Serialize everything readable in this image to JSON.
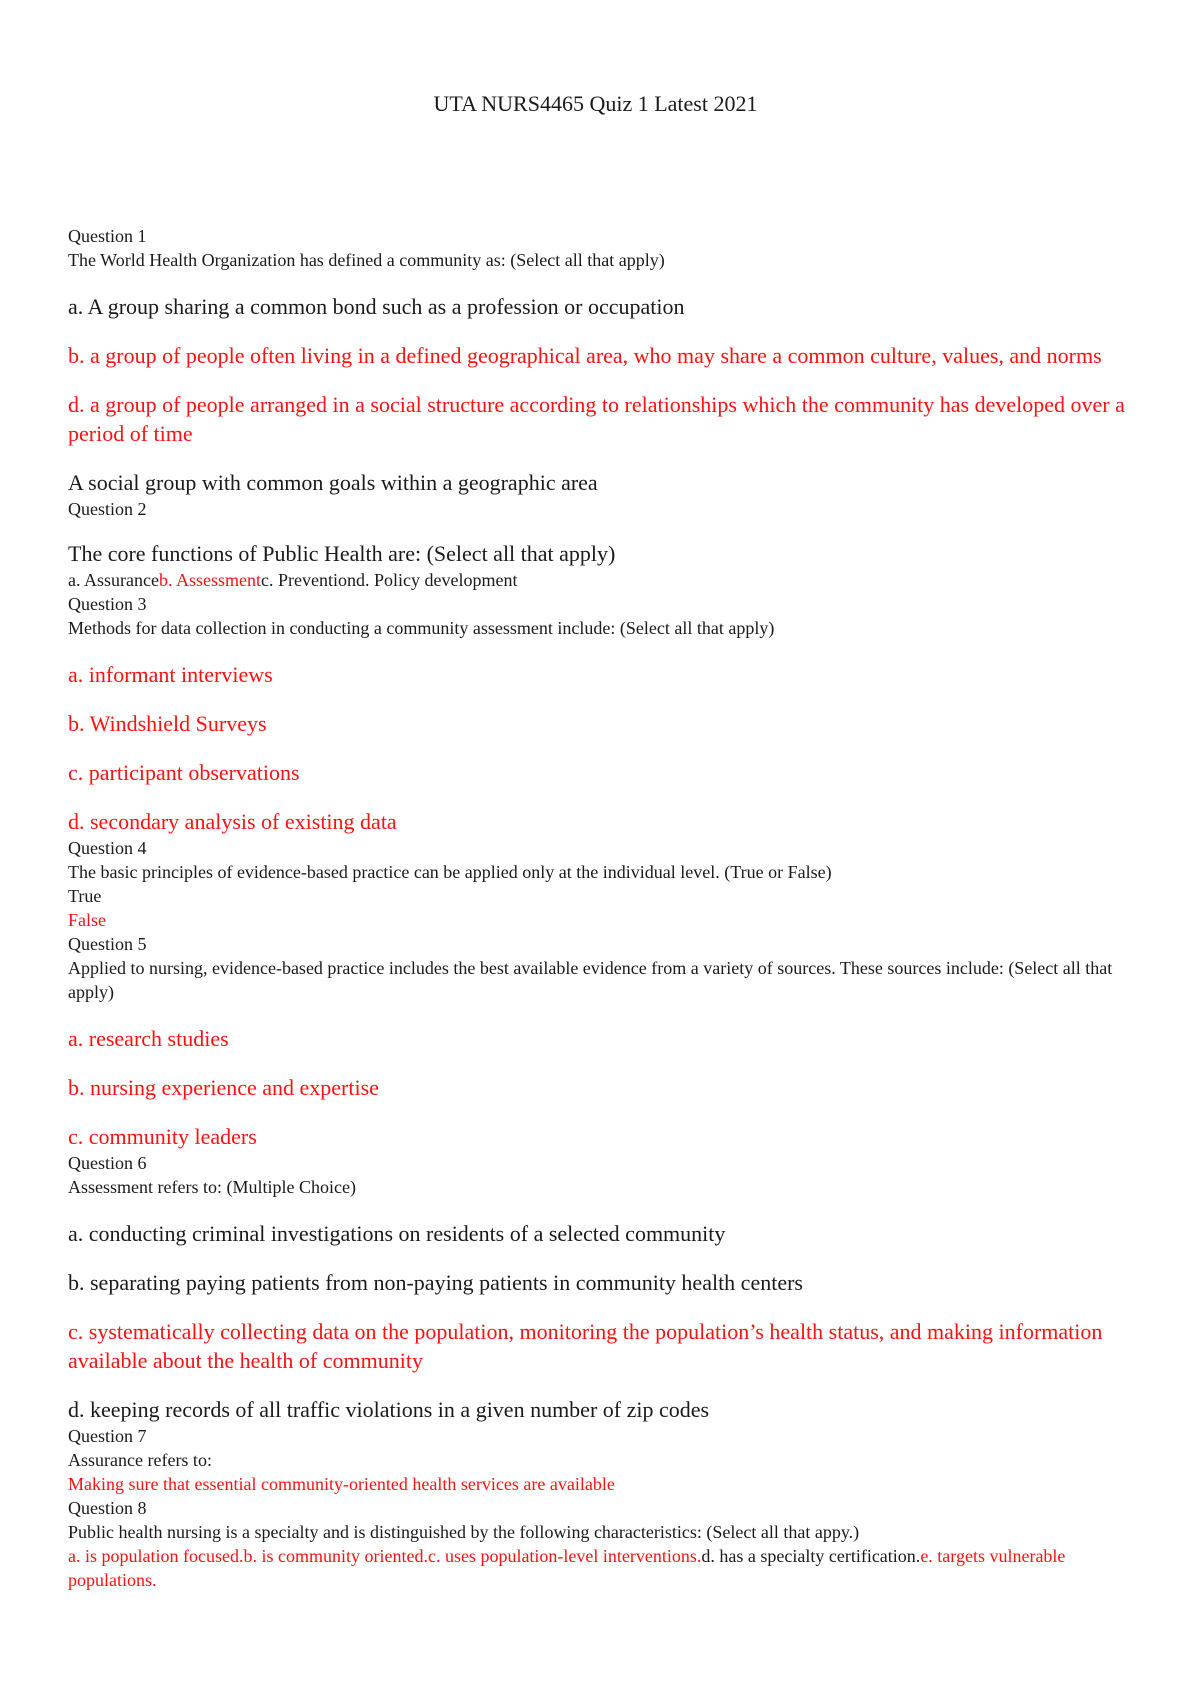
{
  "title": "UTA NURS4465 Quiz 1 Latest 2021",
  "q1": {
    "label": "Question 1",
    "prompt": "The World Health Organization has defined a community as: (Select all that apply)",
    "opt_a": "a. A group sharing a common bond such as a profession or occupation",
    "opt_b": "b. a group of people often living in a defined geographical area, who may share a common culture, values, and norms",
    "opt_d": "d. a group of people arranged in a social structure according to relationships which the community has developed over a period of time",
    "opt_x": "A social group with common goals within a geographic area"
  },
  "q2": {
    "label": "Question 2",
    "prompt": "The core functions of Public Health are: (Select all that apply)",
    "opt_a": "a. Assurance",
    "opt_b": "b. Assessment",
    "opt_c": "c. Prevention",
    "opt_d": "d. Policy development"
  },
  "q3": {
    "label": "Question 3",
    "prompt": "Methods for data collection in conducting a community assessment include: (Select all that apply)",
    "opt_a": "a. informant interviews",
    "opt_b": "b. Windshield Surveys",
    "opt_c": "c. participant observations",
    "opt_d": "d. secondary analysis of existing data"
  },
  "q4": {
    "label": "Question 4",
    "prompt": "The basic principles of evidence-based practice can be applied only at the individual level. (True or False)",
    "opt_true": "True",
    "opt_false": "False"
  },
  "q5": {
    "label": "Question 5",
    "prompt": "Applied to nursing, evidence-based practice includes the best available evidence from a variety of sources.  These sources include: (Select all that apply)",
    "opt_a": "a. research studies",
    "opt_b": "b. nursing experience and expertise",
    "opt_c": "c. community leaders"
  },
  "q6": {
    "label": "Question 6",
    "prompt": "Assessment refers to: (Multiple Choice)",
    "opt_a": "a. conducting criminal investigations on residents of a selected community",
    "opt_b": "b. separating paying patients from non-paying patients in community health centers",
    "opt_c": "c. systematically collecting data on the population, monitoring the population’s health status, and making information available about the health of community",
    "opt_d": "d. keeping records of all traffic violations in a given number of zip codes"
  },
  "q7": {
    "label": "Question 7",
    "prompt": "Assurance refers to:",
    "answer": "Making sure that essential community-oriented health services are available"
  },
  "q8": {
    "label": "Question 8",
    "prompt": "Public health nursing is a specialty and is distinguished by the following characteristics: (Select all that appy.)",
    "opt_a": "a. is population focused.",
    "opt_b": "b. is community oriented.",
    "opt_c": "c. uses population-level interventions.",
    "opt_d": "d. has a specialty certification.",
    "opt_e": "e. targets vulnerable populations."
  },
  "colors": {
    "answer": "#ff1111",
    "text": "#1a1a1a"
  }
}
